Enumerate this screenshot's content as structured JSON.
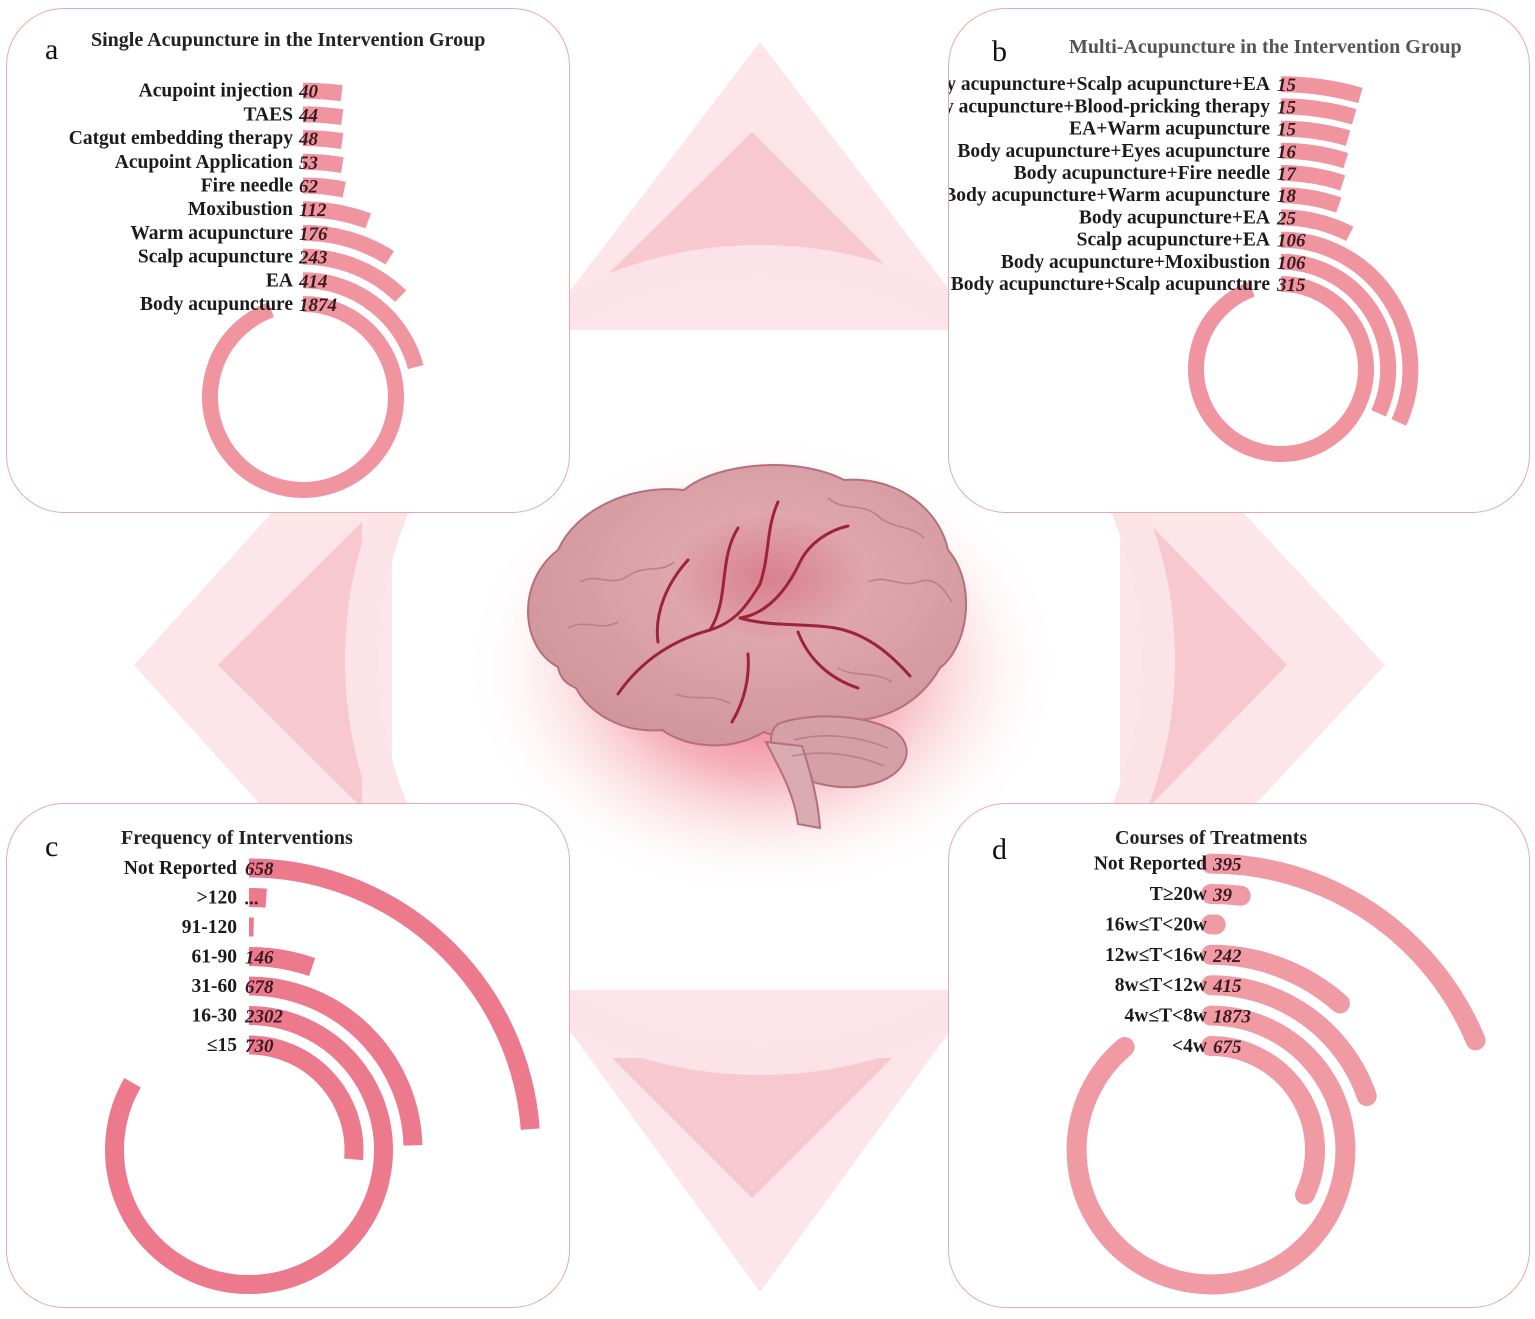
{
  "colors": {
    "bar_a": "#f0959f",
    "bar_b": "#f0959f",
    "bar_c": "#ec7a8c",
    "bar_d": "#f09ba4",
    "panel_border": "#e8a8b2",
    "background_shape_light": "#fbe4e8",
    "background_shape_dark": "#f6c0ca"
  },
  "chart_data": [
    {
      "id": "a",
      "letter": "a",
      "type": "radial-bar",
      "title": "Single Acupuncture in the Intervention Group",
      "categories": [
        "Acupoint injection",
        "TAES",
        "Catgut embedding therapy",
        "Acupoint Application",
        "Fire needle",
        "Moxibustion",
        "Warm acupuncture",
        "Scalp acupuncture",
        "EA",
        "Body acupuncture"
      ],
      "values": [
        40,
        44,
        48,
        53,
        62,
        112,
        176,
        243,
        414,
        1874
      ],
      "value_labels": [
        "40",
        "44",
        "48",
        "53",
        "62",
        "112",
        "176",
        "243",
        "414",
        "1874"
      ]
    },
    {
      "id": "b",
      "letter": "b",
      "type": "radial-bar",
      "title": "Multi-Acupuncture in the Intervention Group",
      "categories": [
        "Body acupuncture+Scalp acupuncture+EA",
        "Body acupuncture+Blood-pricking therapy",
        "EA+Warm acupuncture",
        "Body acupuncture+Eyes acupuncture",
        "Body acupuncture+Fire needle",
        "Body acupuncture+Warm acupuncture",
        "Body acupuncture+EA",
        "Scalp acupuncture+EA",
        "Body acupuncture+Moxibustion",
        "Body acupuncture+Scalp acupuncture"
      ],
      "values": [
        15,
        15,
        15,
        16,
        17,
        18,
        25,
        106,
        106,
        315
      ],
      "value_labels": [
        "15",
        "15",
        "15",
        "16",
        "17",
        "18",
        "25",
        "106",
        "106",
        "315"
      ]
    },
    {
      "id": "c",
      "letter": "c",
      "type": "radial-bar",
      "title": "Frequency of Interventions",
      "categories": [
        "Not Reported",
        ">120",
        "91-120",
        "61-90",
        "31-60",
        "16-30",
        "≤15"
      ],
      "values": [
        658,
        30,
        8,
        146,
        678,
        2302,
        730
      ],
      "value_labels": [
        "658",
        "...",
        "",
        "146",
        "678",
        "2302",
        "730"
      ]
    },
    {
      "id": "d",
      "letter": "d",
      "type": "radial-bar",
      "title": "Courses of Treatments",
      "categories": [
        "Not Reported",
        "T≥20w",
        "16w≤T<20w",
        "12w≤T<16w",
        "8w≤T<12w",
        "4w≤T<8w",
        "<4w"
      ],
      "values": [
        395,
        39,
        6,
        242,
        415,
        1873,
        675
      ],
      "value_labels": [
        "395",
        "39",
        "",
        "242",
        "415",
        "1873",
        "675"
      ]
    }
  ]
}
